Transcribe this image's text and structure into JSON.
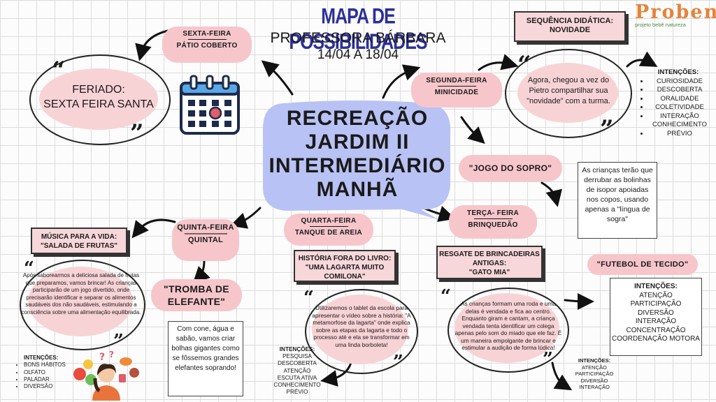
{
  "title": "MAPA DE POSSIBILIDADES",
  "teacher": "PROFESSORA BÁRBARA",
  "dates": "14/04 A 18/04",
  "logo": {
    "name": "Proben",
    "tagline": "projeto bebê natureza"
  },
  "center": [
    "RECREAÇÃO",
    "JARDIM II",
    "INTERMEDIÁRIO",
    "MANHÃ"
  ],
  "separator": "——————",
  "days": {
    "sexta": {
      "day": "SEXTA-FEIRA",
      "place": "PÁTIO COBERTO",
      "note": [
        "FERIADO:",
        "SEXTA FEIRA SANTA"
      ]
    },
    "segunda": {
      "day": "SEGUNDA-FEIRA",
      "place": "MINICIDADE"
    },
    "terca": {
      "day": "TERÇA- FEIRA",
      "place": "BRINQUEDÃO"
    },
    "quarta": {
      "day": "QUARTA-FEIRA",
      "place": "TANQUE DE AREIA"
    },
    "quinta": {
      "day": "QUINTA-FEIRA",
      "place": "QUINTAL"
    }
  },
  "novidade": {
    "title": [
      "SEQUÊNCIA DIDÁTICA:",
      "NOVIDADE"
    ],
    "text": "Agora, chegou a vez do Pietro compartilhar sua \"novidade\" com a turma.",
    "intent_title": "INTENÇÕES:",
    "intents": [
      "CURIOSIDADE",
      "DESCOBERTA",
      "ORALIDADE",
      "COLETIVIDADE",
      "INTERAÇÃO",
      "CONHECIMENTO PRÉVIO"
    ]
  },
  "sopro": {
    "title": "\"JOGO DO SOPRO\"",
    "text": "As crianças terão que derrubar as bolinhas de isopor apoiadas nos copos, usando apenas a \"língua de sogra\""
  },
  "gato": {
    "title": [
      "RESGATE DE BRINCADEIRAS",
      "ANTIGAS:",
      "\"GATO MIA\""
    ],
    "text": "As crianças formam uma roda e uma delas é vendada e fica ao centro. Enquanto giram e cantam, a criança vendada tenta identificar um colega apenas pelo som do miado que ele faz. É um maneira empolgante de brincar e estimular a audição de forma lúdica!",
    "intent_title": "INTENÇÕES:",
    "intents": [
      "ATENÇÃO",
      "PARTICIPAÇÃO",
      "DIVERSÃO",
      "INTERAÇÃO"
    ]
  },
  "futebol": {
    "title": "\"FUTEBOL DE TECIDO\"",
    "intent_title": "INTENÇÕES:",
    "intents": [
      "ATENÇÃO",
      "PARTICIPAÇÃO",
      "DIVERSÃO",
      "INTERAÇÃO",
      "CONCENTRAÇÃO",
      "COORDENAÇÃO MOTORA"
    ]
  },
  "lagarta": {
    "title": [
      "HISTÓRIA FORA DO LIVRO:",
      "\"UMA LAGARTA MUITO",
      "COMILONA\""
    ],
    "text": "Utilizaremos o tablet da escola para apresentar o vídeo sobre a história: \"A metamorfose da lagarta\" onde explica sobre as etapas da lagarta e todo o processo até e ela se transformar em uma linda borboleta!",
    "intent_title": "INTENÇÕES:",
    "intents": [
      "PESQUISA",
      "DESCOBERTA",
      "ATENÇÃO",
      "ESCUTA ATIVA",
      "CONHECIMENTO PRÉVIO"
    ]
  },
  "tromba": {
    "title": [
      "\"TROMBA DE",
      "ELEFANTE\""
    ],
    "text": "Com cone, água e sabão, vamos criar bolhas gigantes como se fôssemos grandes elefantes soprando!"
  },
  "musica": {
    "title": [
      "MÚSICA PARA A VIDA:",
      "\"SALADA DE FRUTAS\""
    ],
    "text": "Após saborearmos a deliciosa salada de frutas que preparamos, vamos brincar! As crianças participarão de um jogo divertido, onde precisarão identificar e separar os alimentos saudáveis dos não saudáveis, estimulando a consciência sobre uma alimentação equilibrada.",
    "intent_title": "INTENÇÕES:",
    "intents": [
      "BONS HÁBITOS",
      "OLFATO",
      "PALADAR",
      "DIVERSÃO"
    ]
  },
  "colors": {
    "title_blue": "#2b2f9a",
    "pink": "#f6c6cb",
    "bubble": "#b9c2f4",
    "ink": "#1a1a1a"
  }
}
